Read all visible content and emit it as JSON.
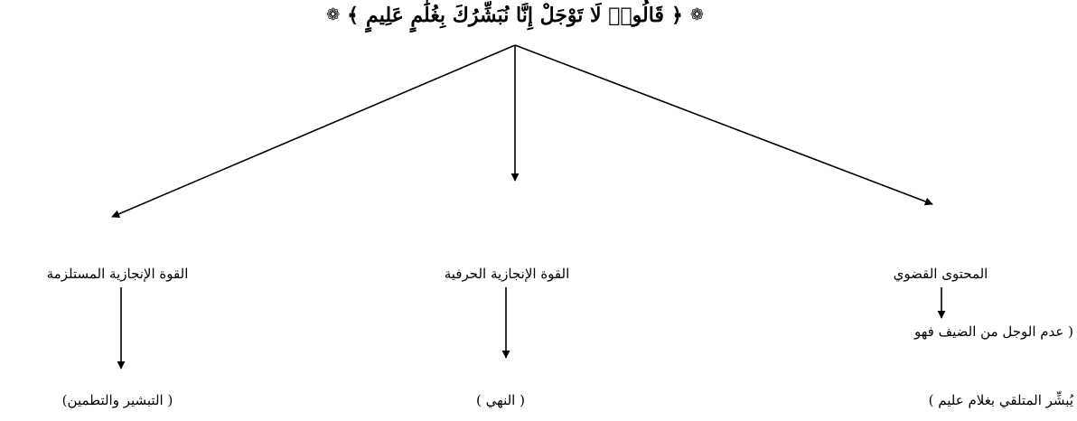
{
  "verse": {
    "text": "قَالُوا۟ لَا تَوْجَلْ إِنَّا نُبَشِّرُكَ بِغُلَٰمٍ عَلِيمٍ",
    "ornament_left": "❁",
    "ornament_right": "❁",
    "bracket_open": "﴿",
    "bracket_close": "﴾"
  },
  "left_branch": {
    "label": "القوة الإنجازية المستلزمة",
    "result": "( التبشير والتطمين)"
  },
  "middle_branch": {
    "label": "القوة الإنجازية الحرفية",
    "result": "( النهي )"
  },
  "right_branch": {
    "label": "المحتوى القضوي",
    "result_line1": "( عدم الوجل من الضيف فهو",
    "result_line2": "يُبشِّر المتلقي بغلام عليم )"
  },
  "colors": {
    "line": "#000000",
    "text": "#000000"
  }
}
